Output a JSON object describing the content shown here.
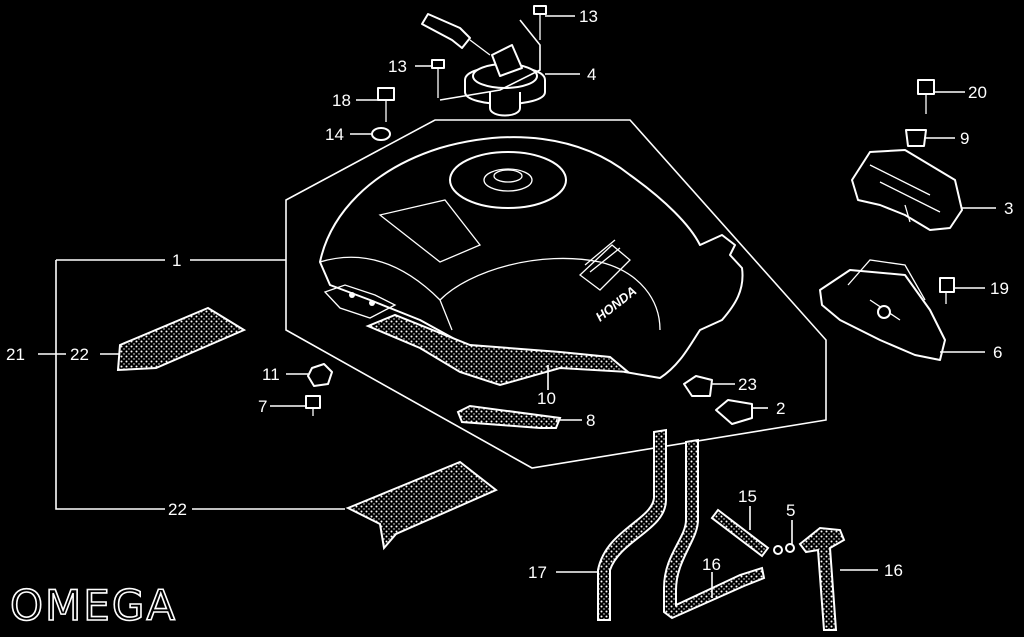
{
  "brand": {
    "text": "OMEGA"
  },
  "tank_decal": "HONDA",
  "parts": [
    {
      "id": "p1",
      "number": "1"
    },
    {
      "id": "p2",
      "number": "2"
    },
    {
      "id": "p3",
      "number": "3"
    },
    {
      "id": "p4",
      "number": "4"
    },
    {
      "id": "p5",
      "number": "5"
    },
    {
      "id": "p6",
      "number": "6"
    },
    {
      "id": "p7",
      "number": "7"
    },
    {
      "id": "p8",
      "number": "8"
    },
    {
      "id": "p9",
      "number": "9"
    },
    {
      "id": "p10",
      "number": "10"
    },
    {
      "id": "p11",
      "number": "11"
    },
    {
      "id": "p13a",
      "number": "13"
    },
    {
      "id": "p13b",
      "number": "13"
    },
    {
      "id": "p14",
      "number": "14"
    },
    {
      "id": "p15",
      "number": "15"
    },
    {
      "id": "p16a",
      "number": "16"
    },
    {
      "id": "p16b",
      "number": "16"
    },
    {
      "id": "p17",
      "number": "17"
    },
    {
      "id": "p18",
      "number": "18"
    },
    {
      "id": "p19",
      "number": "19"
    },
    {
      "id": "p20",
      "number": "20"
    },
    {
      "id": "p21",
      "number": "21"
    },
    {
      "id": "p22a",
      "number": "22"
    },
    {
      "id": "p22b",
      "number": "22"
    },
    {
      "id": "p23",
      "number": "23"
    }
  ],
  "colors": {
    "background": "#000000",
    "line": "#ffffff"
  }
}
